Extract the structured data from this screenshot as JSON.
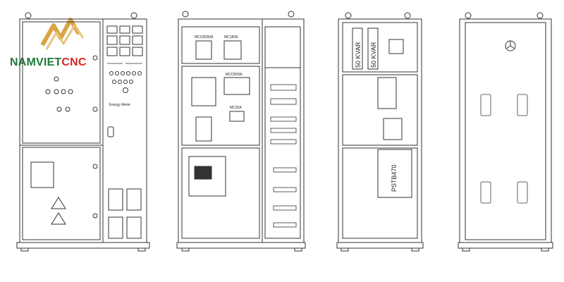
{
  "logo": {
    "text_main": "NAMVIETCNC",
    "accent": "#d62828",
    "brand": "#1c7a3a",
    "gold": "#d9a441"
  },
  "panel2": {
    "labels": {
      "mccb250": "MCCB250A",
      "mc180": "MC180A",
      "mccb20": "MCCB20A",
      "mc20": "MC20A"
    }
  },
  "panel3": {
    "capacitor_1": "50 KVAR",
    "capacitor_2": "50 KVAR",
    "pstb": "PSTB470"
  },
  "panel1": {
    "meter_label": "Energy Meter"
  }
}
